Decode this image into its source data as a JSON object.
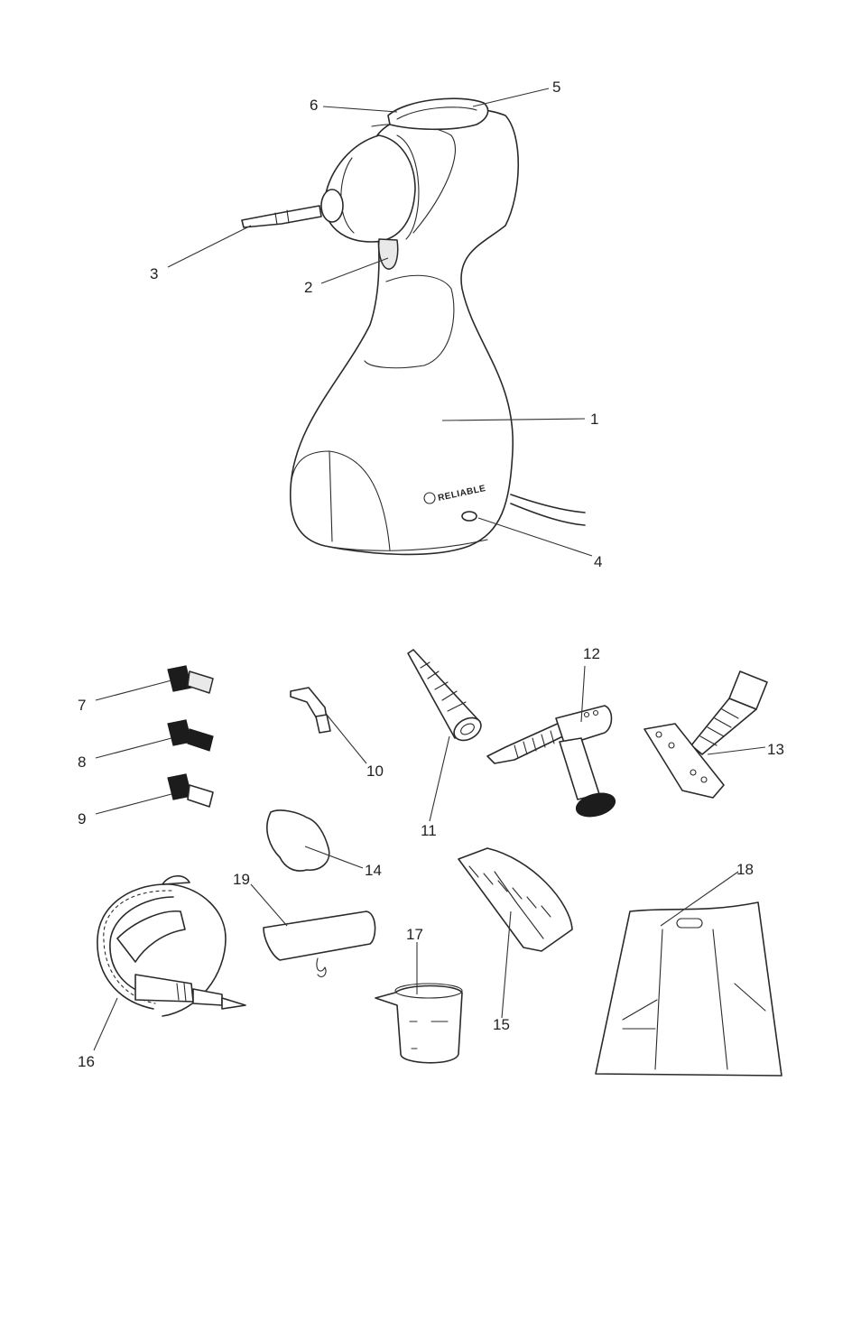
{
  "brand_text": "RELIABLE",
  "callouts": [
    "1",
    "2",
    "3",
    "4",
    "5",
    "6",
    "7",
    "8",
    "9",
    "10",
    "11",
    "12",
    "13",
    "14",
    "15",
    "16",
    "17",
    "18",
    "19"
  ]
}
